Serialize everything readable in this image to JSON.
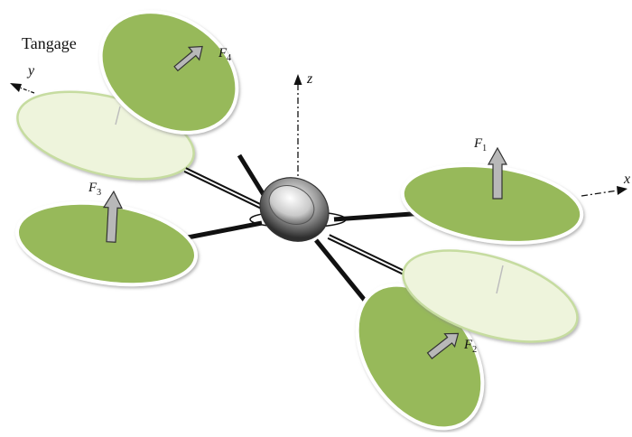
{
  "diagram": {
    "title": "Tangage",
    "axes": {
      "y": "y",
      "z": "z",
      "x": "x"
    },
    "forces": [
      {
        "id": "F1",
        "base": "F",
        "sub": "1"
      },
      {
        "id": "F2",
        "base": "F",
        "sub": "2"
      },
      {
        "id": "F3",
        "base": "F",
        "sub": "3"
      },
      {
        "id": "F4",
        "base": "F",
        "sub": "4"
      }
    ],
    "colors": {
      "rotor_green": "#97b95a",
      "rotor_pale": "#eef4dc",
      "rim": "#ffffff",
      "arm": "#111111",
      "arrow_fill": "#b8b8b8"
    }
  }
}
